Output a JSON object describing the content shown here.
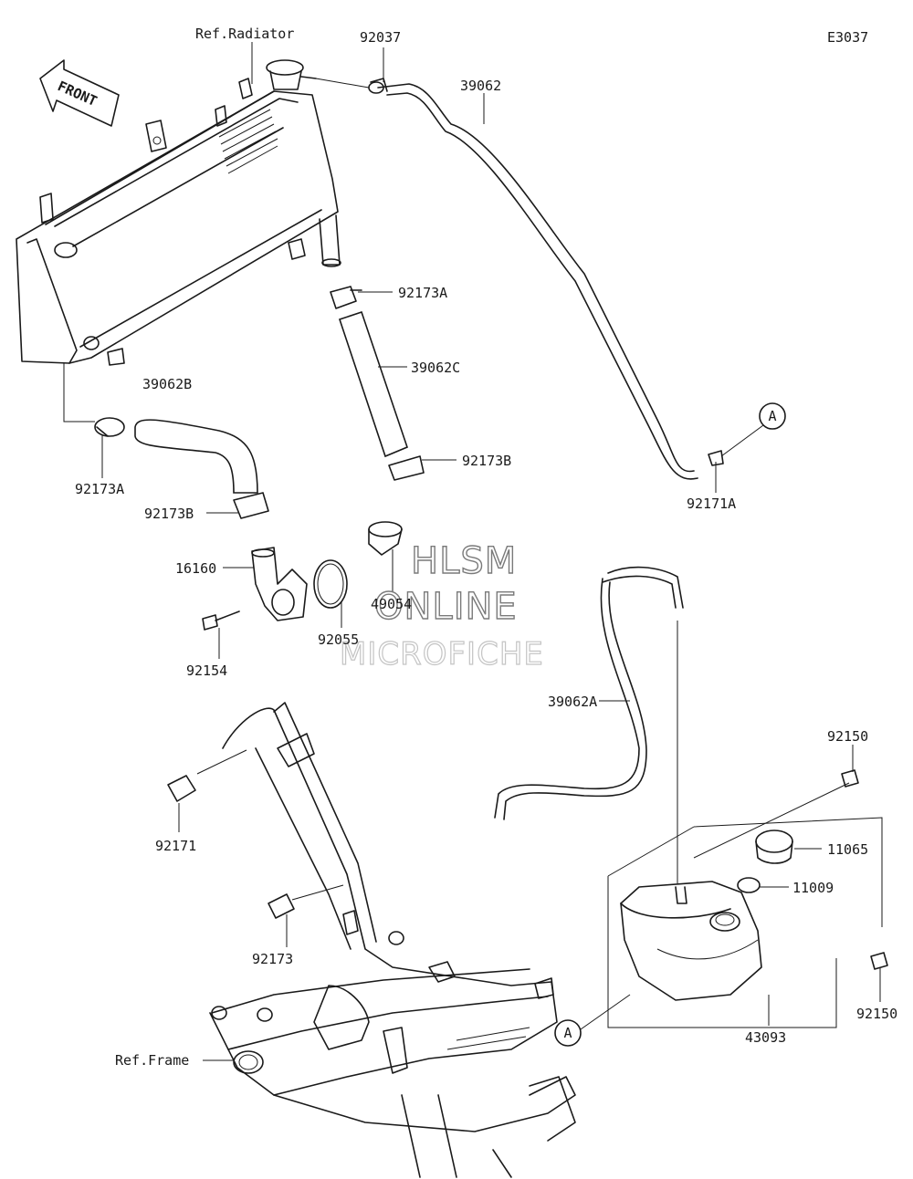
{
  "diagram_code": "E3037",
  "refs": {
    "radiator": "Ref.Radiator",
    "frame": "Ref.Frame"
  },
  "front_label": "FRONT",
  "watermark": [
    "HLSM",
    "ONLINE",
    "MICROFICHE"
  ],
  "callout_letter": "A",
  "parts": {
    "p92037": "92037",
    "p39062": "39062",
    "p92173A_top": "92173A",
    "p39062C": "39062C",
    "p92173B_right": "92173B",
    "p39062B": "39062B",
    "p92173A_left": "92173A",
    "p92173B_left": "92173B",
    "p16160": "16160",
    "p92154": "92154",
    "p92055": "92055",
    "p49054": "49054",
    "p92171A": "92171A",
    "p39062A": "39062A",
    "p92150_top": "92150",
    "p11065": "11065",
    "p11009": "11009",
    "p92171": "92171",
    "p92173": "92173",
    "p92150_bottom": "92150",
    "p43093": "43093"
  }
}
